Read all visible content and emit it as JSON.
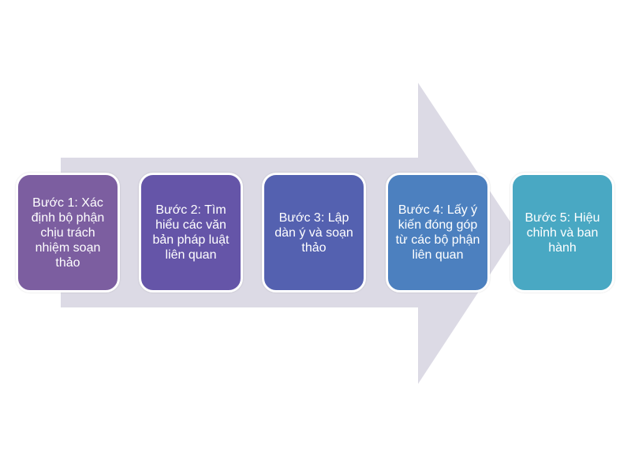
{
  "colors": {
    "arrow": "#dcdae5",
    "step1": "#7c5ea0",
    "step2": "#6555a8",
    "step3": "#5461b0",
    "step4": "#4c80bf",
    "step5": "#49a8c3"
  },
  "steps": [
    {
      "label": "Bước 1: Xác định bộ phận chịu trách nhiệm soạn thảo"
    },
    {
      "label": "Bước 2: Tìm hiểu các văn bản pháp luật liên quan"
    },
    {
      "label": "Bước 3: Lập dàn ý và soạn thảo"
    },
    {
      "label": "Bước 4: Lấy ý kiến đóng góp từ các bộ phận liên quan"
    },
    {
      "label": "Bước 5: Hiệu chỉnh và ban hành"
    }
  ]
}
